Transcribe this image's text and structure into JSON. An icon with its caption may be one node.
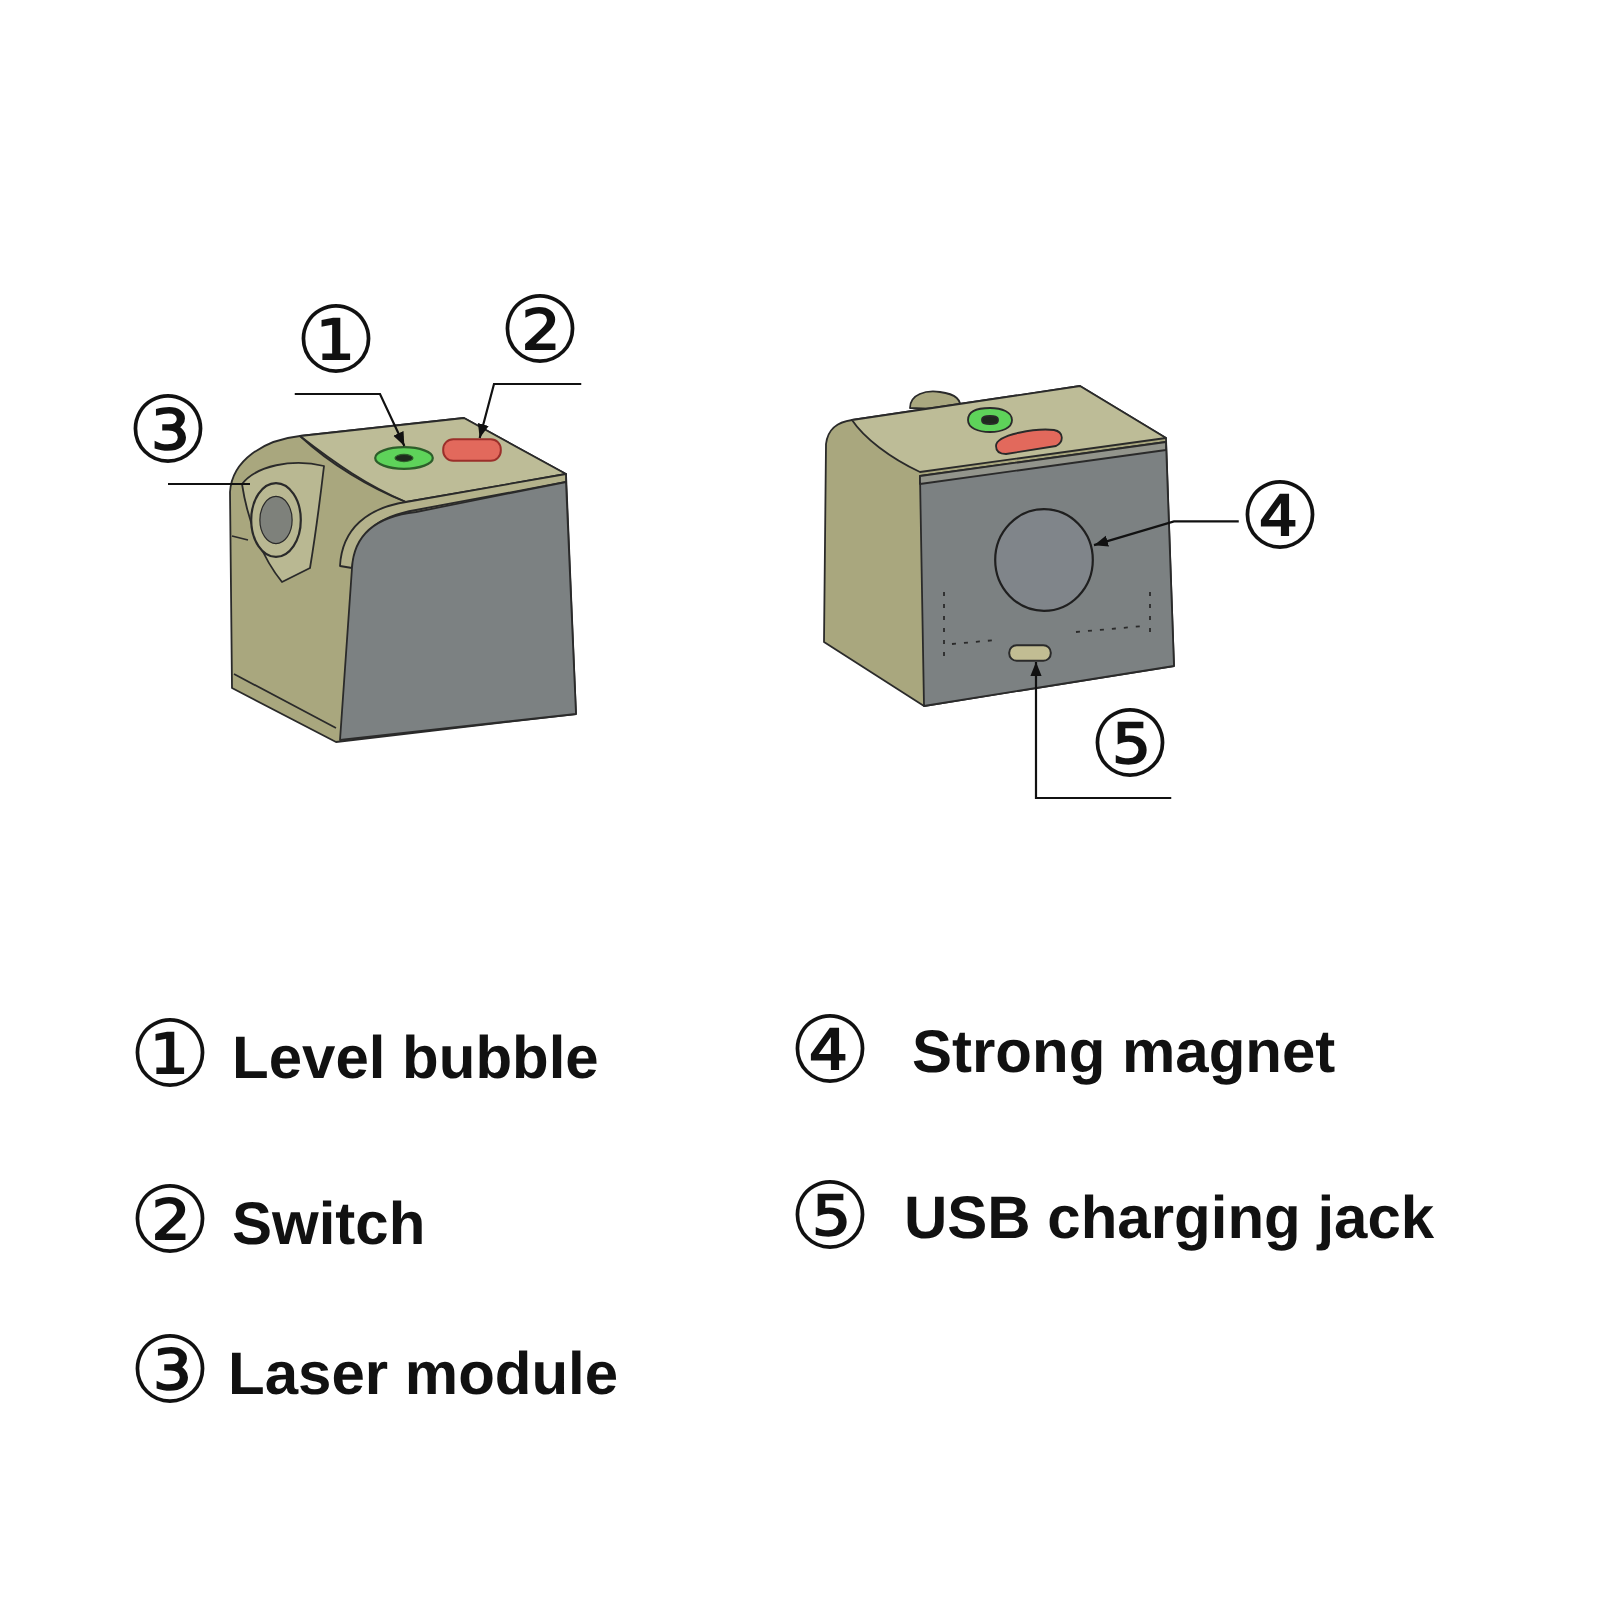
{
  "diagram": {
    "nodes": [
      {
        "text": [
          "①"
        ]
      },
      {
        "text": [],
        "shape": "circle"
      },
      {
        "text": [
          "②"
        ]
      },
      {
        "text": [],
        "shape": "box"
      },
      {
        "text": [
          "③"
        ]
      },
      {
        "text": [],
        "shape": "circle"
      },
      {
        "text": [
          "④"
        ]
      },
      {
        "text": [],
        "shape": "circle"
      },
      {
        "text": [
          "⑤"
        ]
      },
      {
        "text": [],
        "shape": "box"
      }
    ],
    "edges": [
      {
        "from": 0,
        "to": 1,
        "arrow": "to"
      },
      {
        "from": 2,
        "to": 3,
        "arrow": "to"
      },
      {
        "from": 4,
        "to": 5,
        "arrow": "none"
      },
      {
        "from": 6,
        "to": 7,
        "arrow": "to"
      },
      {
        "from": 8,
        "to": 9,
        "arrow": "to"
      }
    ],
    "labels": [
      "①",
      "Level bubble",
      "④",
      "Strong magnet",
      "②",
      "Switch",
      "⑤",
      "USB charging jack",
      "③",
      "Laser module"
    ]
  }
}
